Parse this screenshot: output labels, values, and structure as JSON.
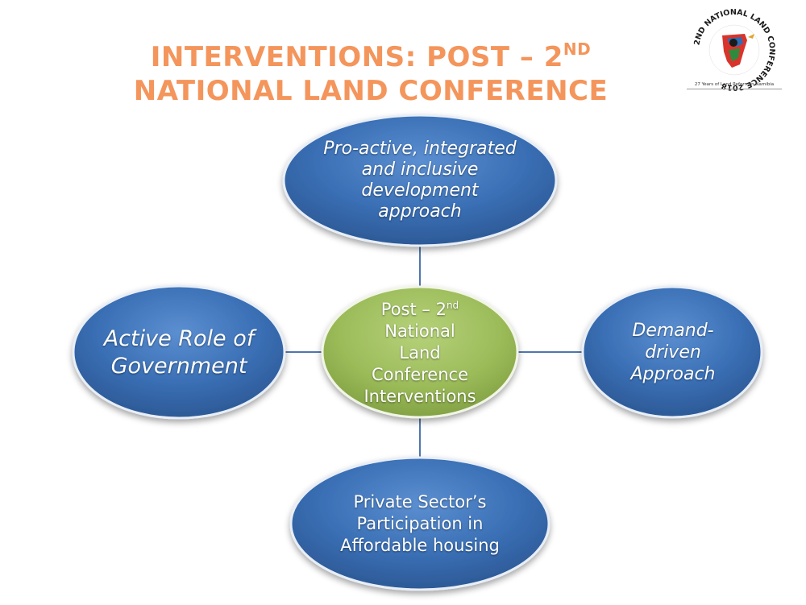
{
  "title": {
    "line1_prefix": "INTERVENTIONS: POST – 2",
    "line1_sup": "ND",
    "line2": "NATIONAL LAND CONFERENCE"
  },
  "logo": {
    "ring_text": "2ND NATIONAL LAND CONFERENCE 2018",
    "caption": "27 Years of Land Reform in Namibia"
  },
  "diagram": {
    "center": {
      "line1_prefix": "Post – 2",
      "line1_sup": "nd",
      "line2": "National",
      "line3": "Land",
      "line4": "Conference",
      "line5": "Interventions"
    },
    "top": "Pro-active, integrated and inclusive development approach",
    "left": "Active Role of Government",
    "right": "Demand-driven Approach",
    "bottom": "Private Sector’s Participation in Affordable housing"
  },
  "colors": {
    "title": "#f4955c",
    "outer_node": "#3a6fb5",
    "center_node": "#9bbb59",
    "connector": "#4f77ad"
  }
}
